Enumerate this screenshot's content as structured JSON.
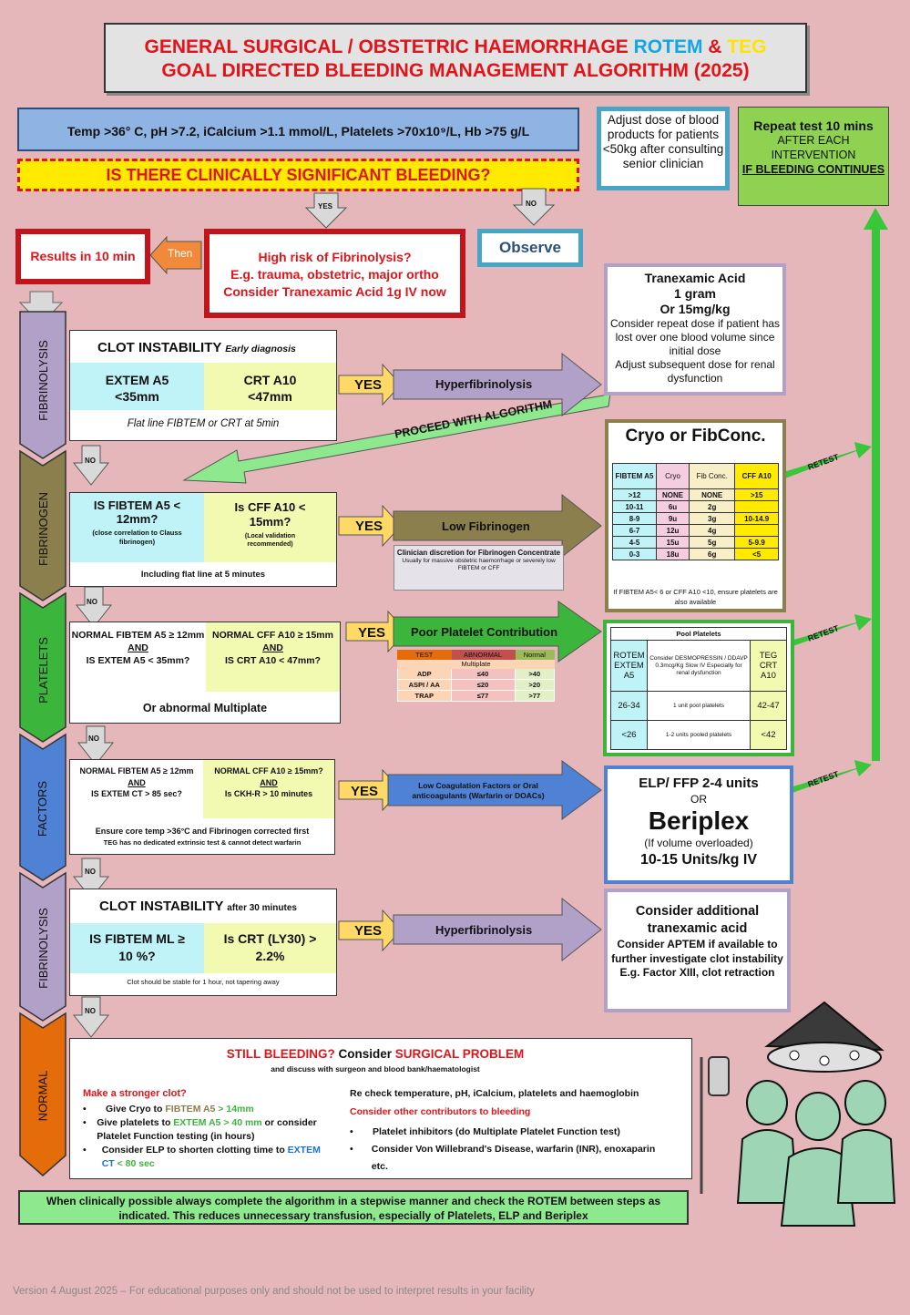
{
  "title": {
    "line1_a": "GENERAL SURGICAL / OBSTETRIC HAEMORRHAGE ",
    "line1_rotem": "ROTEM",
    "line1_amp": " & ",
    "line1_teg": "TEG",
    "line2": "GOAL DIRECTED BLEEDING MANAGEMENT ALGORITHM (2025)"
  },
  "conditions": "Temp >36° C, pH >7.2, iCalcium >1.1 mmol/L, Platelets >70x10⁹/L, Hb >75 g/L",
  "bleeding_question": "IS THERE CLINICALLY SIGNIFICANT BLEEDING?",
  "adjust_dose": "Adjust dose of blood products for patients <50kg after consulting senior clinician",
  "repeat": {
    "line1": "Repeat test 10 mins",
    "line2": "AFTER EACH INTERVENTION",
    "line3": "IF BLEEDING CONTINUES"
  },
  "labels": {
    "yes": "YES",
    "no": "NO",
    "then": "Then",
    "retest": "RETEST",
    "proceed": "PROCEED WITH ALGORITHM"
  },
  "results": "Results in 10 min",
  "fib_risk": {
    "line1": "High risk of Fibrinolysis?",
    "line2": "E.g. trauma, obstetric, major ortho",
    "line3": "Consider Tranexamic Acid 1g IV now"
  },
  "observe": "Observe",
  "sides": [
    "FIBRINOLYSIS",
    "FIBRINOGEN",
    "PLATELETS",
    "FACTORS",
    "FIBRINOLYSIS",
    "NORMAL"
  ],
  "step1": {
    "title": "CLOT INSTABILITY",
    "subtitle": "Early diagnosis",
    "left": "EXTEM A5 <35mm",
    "right": "CRT A10 <47mm",
    "note": "Flat line FIBTEM or CRT at 5min",
    "arrow": "Hyperfibrinolysis"
  },
  "txa": {
    "l1": "Tranexamic Acid",
    "l2": "1 gram",
    "l3": "Or 15mg/kg",
    "l4": "Consider repeat dose if patient has lost over one blood volume since initial dose",
    "l5": "Adjust subsequent dose for renal dysfunction"
  },
  "step2": {
    "left": "IS FIBTEM A5 < 12mm?",
    "left_note": "(close correlation to Clauss fibrinogen)",
    "right": "Is CFF A10 < 15mm?",
    "right_note": "(Local validation recommended)",
    "note": "Including flat line at 5 minutes",
    "arrow": "Low Fibrinogen",
    "discretion_title": "Clinician discretion for Fibrinogen Concentrate",
    "discretion_note": "Usually for massive obstetric haemorrhage or severely low FIBTEM or CFF"
  },
  "cryo": {
    "title": "Cryo or FibConc.",
    "headers": [
      "FIBTEM A5",
      "Cryo",
      "Fib Conc.",
      "CFF A10"
    ],
    "rows": [
      [
        ">12",
        "NONE",
        "NONE",
        ">15"
      ],
      [
        "10-11",
        "6u",
        "2g",
        ""
      ],
      [
        "8-9",
        "9u",
        "3g",
        "10-14.9"
      ],
      [
        "6-7",
        "12u",
        "4g",
        ""
      ],
      [
        "4-5",
        "15u",
        "5g",
        "5-9.9"
      ],
      [
        "0-3",
        "18u",
        "6g",
        "<5"
      ]
    ],
    "note": "If FIBTEM A5< 6 or CFF A10 <10, ensure platelets are also available"
  },
  "step3": {
    "left1": "NORMAL FIBTEM A5 ≥ 12mm",
    "left_and": "AND",
    "left2": "IS EXTEM A5 < 35mm?",
    "right1": "NORMAL CFF A10 ≥ 15mm",
    "right_and": "AND",
    "right2": "IS CRT A10 < 47mm?",
    "note": "Or abnormal Multiplate",
    "arrow": "Poor Platelet Contribution",
    "mp_headers": [
      "TEST",
      "ABNORMAL",
      "Normal"
    ],
    "mp_sub": "Multiplate",
    "mp_rows": [
      [
        "ADP",
        "≤40",
        ">40"
      ],
      [
        "ASPI / AA",
        "≤20",
        ">20"
      ],
      [
        "TRAP",
        "≤77",
        ">77"
      ]
    ]
  },
  "platelets": {
    "title": "Pool Platelets",
    "col1": "ROTEM EXTEM A5",
    "col2": "Consider DESMOPRESSIN / DDAVP 0.3mcg/Kg Slow IV Especially for renal dysfunction",
    "col3": "TEG CRT A10",
    "rows": [
      [
        "26-34",
        "1 unit pool platelets",
        "42-47"
      ],
      [
        "<26",
        "1-2 units pooled platelets",
        "<42"
      ]
    ]
  },
  "step4": {
    "left1": "NORMAL FIBTEM A5 ≥ 12mm",
    "left_and": "AND",
    "left2": "IS EXTEM CT > 85 sec?",
    "right1": "NORMAL CFF A10 ≥ 15mm?",
    "right_and": "AND",
    "right2": "Is CKH-R > 10 minutes",
    "note1": "Ensure core temp >36°C and Fibrinogen corrected first",
    "note2": "TEG has no dedicated extrinsic test & cannot detect warfarin",
    "arrow": "Low Coagulation Factors or Oral anticoagulants (Warfarin or DOACs)"
  },
  "elp": {
    "l1": "ELP/ FFP 2-4 units",
    "l2": "OR",
    "l3": "Beriplex",
    "l4": "(If volume overloaded)",
    "l5": "10-15 Units/kg IV"
  },
  "step5": {
    "title": "CLOT INSTABILITY",
    "subtitle": "after 30 minutes",
    "left": "IS FIBTEM ML ≥ 10 %?",
    "right": "Is CRT (LY30) > 2.2%",
    "note": "Clot should be stable for 1 hour, not tapering away",
    "arrow": "Hyperfibrinolysis"
  },
  "add_txa": {
    "l1": "Consider additional tranexamic acid",
    "l2": "Consider APTEM if available to further investigate clot instability",
    "l3": "E.g. Factor XIII, clot retraction"
  },
  "final": {
    "title_a": "STILL BLEEDING?",
    "title_b": " Consider ",
    "title_c": "SURGICAL PROBLEM",
    "sub": "and discuss with surgeon and blood bank/haematologist",
    "left_title": "Make a stronger clot?",
    "l1a": "Give Cryo to ",
    "l1b": "FIBTEM A5",
    "l1c": " > 14mm",
    "l2a": "Give platelets to ",
    "l2b": "EXTEM A5 > 40 mm",
    "l2c": " or consider Platelet Function testing (in hours)",
    "l3a": "Consider ELP to shorten clotting time to ",
    "l3b": "EXTEM CT",
    "l3c": " < 80 sec",
    "right_title": "Re check temperature, pH, iCalcium, platelets and haemoglobin",
    "right_sub": "Consider other contributors to bleeding",
    "r1": "Platelet inhibitors (do Multiplate Platelet Function test)",
    "r2": "Consider Von Willebrand's Disease, warfarin (INR), enoxaparin etc."
  },
  "bottom_note": "When clinically possible always complete the algorithm in a stepwise manner and check the ROTEM between steps as indicated. This reduces unnecessary transfusion, especially of Platelets, ELP and Beriplex",
  "footer": "Version 4 August 2025 – For educational purposes only and should not be used to interpret results in your facility",
  "colors": {
    "fibrinolysis": "#b1a0c7",
    "fibrinogen": "#8a7f4d",
    "platelets": "#3cb53c",
    "factors": "#4f81d4",
    "normal": "#e46c0a",
    "red": "#e0141b"
  }
}
